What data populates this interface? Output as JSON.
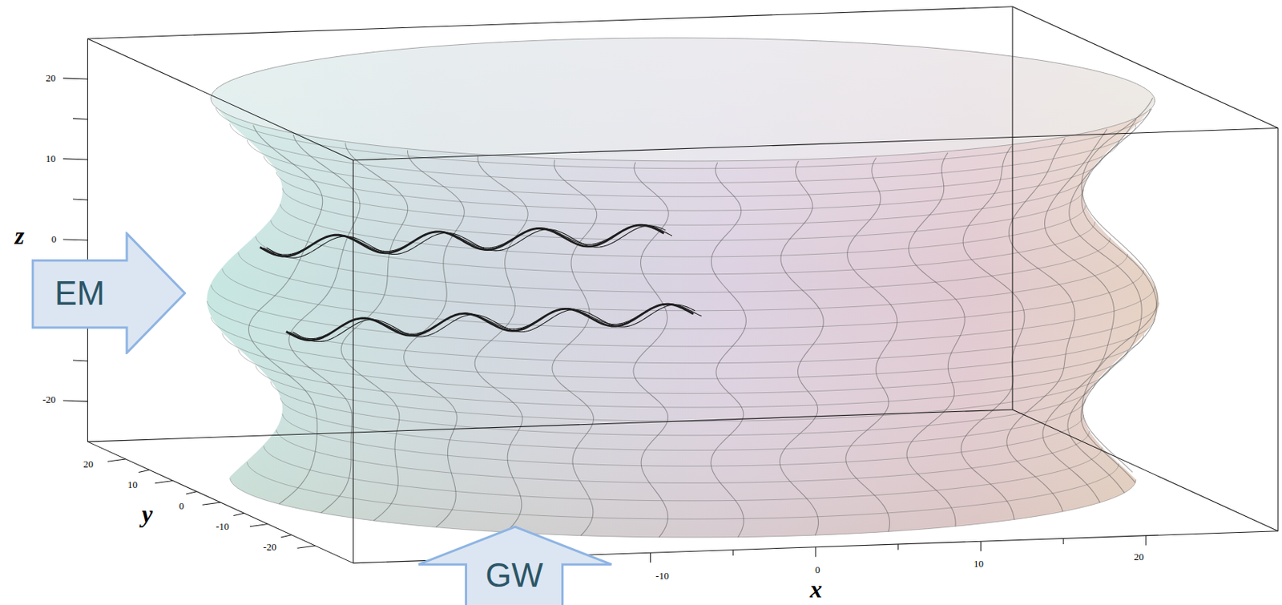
{
  "diagram": {
    "nodes": [
      {
        "text": [
          "EM"
        ]
      },
      {
        "text": [
          "GW"
        ]
      }
    ],
    "labels": [
      "20",
      "10",
      "0",
      "-20",
      "z",
      "20",
      "10",
      "0",
      "-10",
      "-20",
      "y",
      "-10",
      "0",
      "10",
      "20",
      "x"
    ]
  }
}
